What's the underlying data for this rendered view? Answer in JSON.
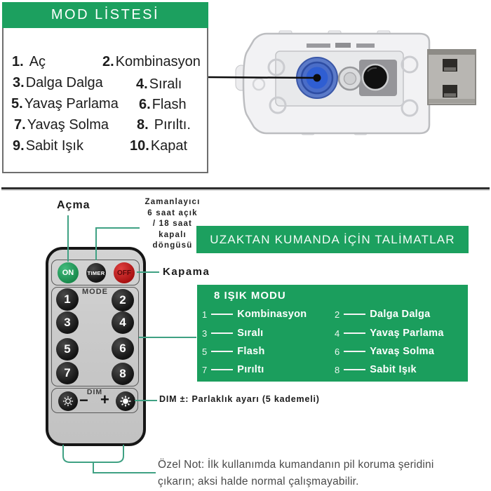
{
  "mode_list": {
    "title": "MOD LİSTESİ",
    "items": [
      {
        "num": "1.",
        "label": "Aç"
      },
      {
        "num": "2.",
        "label": "Kombinasyon"
      },
      {
        "num": "3.",
        "label": "Dalga Dalga"
      },
      {
        "num": "4.",
        "label": "Sıralı"
      },
      {
        "num": "5.",
        "label": "Yavaş Parlama"
      },
      {
        "num": "6.",
        "label": "Flash"
      },
      {
        "num": "7.",
        "label": "Yavaş Solma"
      },
      {
        "num": "8.",
        "label": "Pırıltı."
      },
      {
        "num": "9.",
        "label": "Sabit Işık"
      },
      {
        "num": "10.",
        "label": "Kapat"
      }
    ]
  },
  "banner": {
    "title": "UZAKTAN KUMANDA İÇİN TALİMATLAR"
  },
  "light_modes": {
    "title": "8 IŞIK MODU",
    "items": [
      {
        "num": "1",
        "label": "Kombinasyon"
      },
      {
        "num": "2",
        "label": "Dalga Dalga"
      },
      {
        "num": "3",
        "label": "Sıralı"
      },
      {
        "num": "4",
        "label": "Yavaş Parlama"
      },
      {
        "num": "5",
        "label": "Flash"
      },
      {
        "num": "6",
        "label": "Yavaş Solma"
      },
      {
        "num": "7",
        "label": "Pırıltı"
      },
      {
        "num": "8",
        "label": "Sabit Işık"
      }
    ]
  },
  "annotations": {
    "acma": "Açma",
    "timer_lines": [
      "Zamanlayıcı",
      "6 saat açık",
      "/ 18 saat",
      "kapalı",
      "döngüsü"
    ],
    "kapama": "Kapama",
    "dim_note": "DIM ±: Parlaklık ayarı (5 kademeli)",
    "note_line1": "Özel Not: İlk kullanımda kumandanın pil koruma şeridini",
    "note_line2": "çıkarın; aksi halde normal çalışmayabilir."
  },
  "remote": {
    "on": "ON",
    "timer": "TIMER",
    "off": "OFF",
    "mode_label": "MODE",
    "dim_label": "DIM",
    "minus": "−",
    "plus": "+",
    "buttons": [
      "1",
      "2",
      "3",
      "4",
      "5",
      "6",
      "7",
      "8"
    ]
  },
  "colors": {
    "accent_green": "#1CA05F",
    "pointer_green": "#3FA183",
    "off_red": "#C41E1E",
    "usb_button_blue": "#2F5ED2"
  }
}
